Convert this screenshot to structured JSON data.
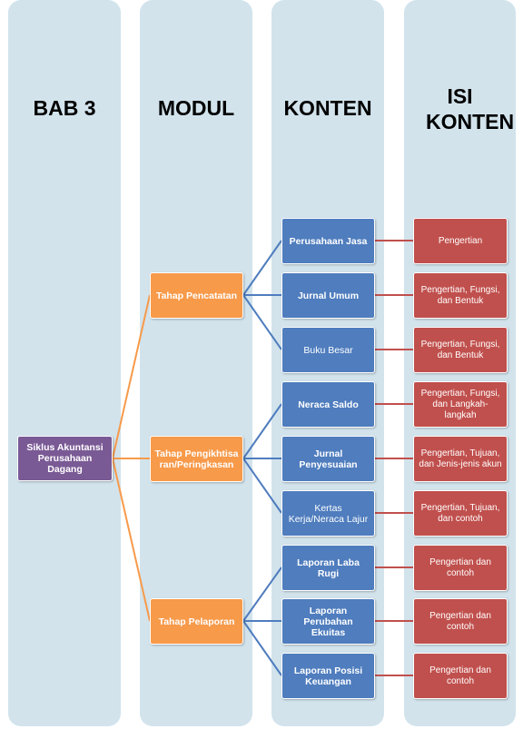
{
  "columns": [
    {
      "title": "BAB 3"
    },
    {
      "title": "MODUL"
    },
    {
      "title": "KONTEN"
    },
    {
      "title": "ISI KONTEN"
    }
  ],
  "colors": {
    "column_bg": "#d2e3ec",
    "root": "#7a5a95",
    "modul": "#f79a4a",
    "konten": "#4f7dbe",
    "isi": "#c0504d"
  },
  "root": {
    "label": "Siklus Akuntansi Perusahaan Dagang"
  },
  "modules": [
    {
      "label": "Tahap Pencatatan"
    },
    {
      "label": "Tahap Pengikhtisaran/Peringkasan"
    },
    {
      "label": "Tahap Pelaporan"
    }
  ],
  "contents": [
    {
      "label": "Perusahaan Jasa",
      "detail": "Pengertian"
    },
    {
      "label": "Jurnal Umum",
      "detail": "Pengertian, Fungsi, dan Bentuk"
    },
    {
      "label": "Buku Besar",
      "detail": "Pengertian, Fungsi, dan Bentuk"
    },
    {
      "label": "Neraca Saldo",
      "detail": "Pengertian, Fungsi, dan Langkah-langkah"
    },
    {
      "label": "Jurnal Penyesuaian",
      "detail": "Pengertian, Tujuan, dan Jenis-jenis akun"
    },
    {
      "label": "Kertas Kerja/Neraca Lajur",
      "detail": "Pengertian, Tujuan, dan contoh"
    },
    {
      "label": "Laporan Laba Rugi",
      "detail": "Pengertian dan contoh"
    },
    {
      "label": "Laporan Perubahan Ekuitas",
      "detail": "Pengertian dan contoh"
    },
    {
      "label": "Laporan Posisi Keuangan",
      "detail": "Pengertian dan contoh"
    }
  ]
}
